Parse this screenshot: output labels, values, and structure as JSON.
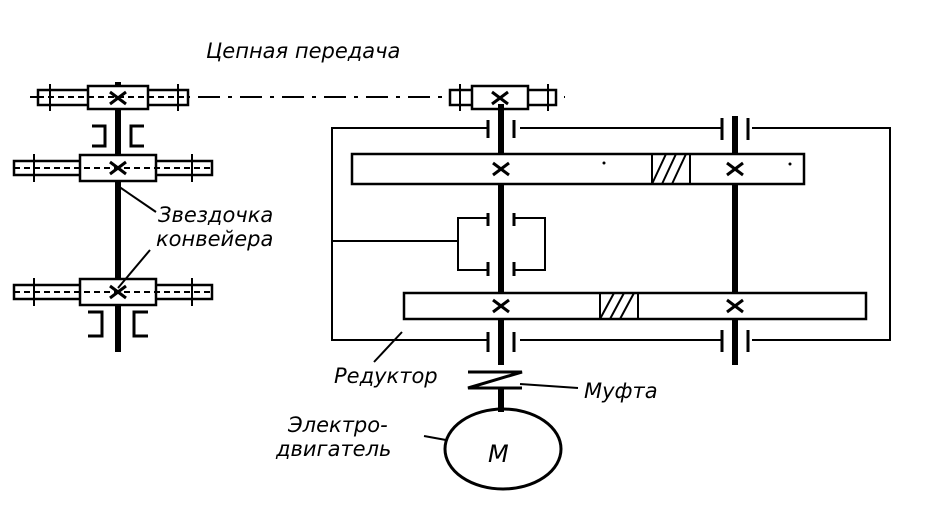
{
  "labels": {
    "chain_drive": "Цепная передача",
    "conveyor_sprocket_line1": "Звездочка",
    "conveyor_sprocket_line2": "конвейера",
    "reducer": "Редуктор",
    "coupling": "Муфта",
    "motor_line1": "Электро-",
    "motor_line2": "двигатель",
    "motor_symbol": "M"
  }
}
